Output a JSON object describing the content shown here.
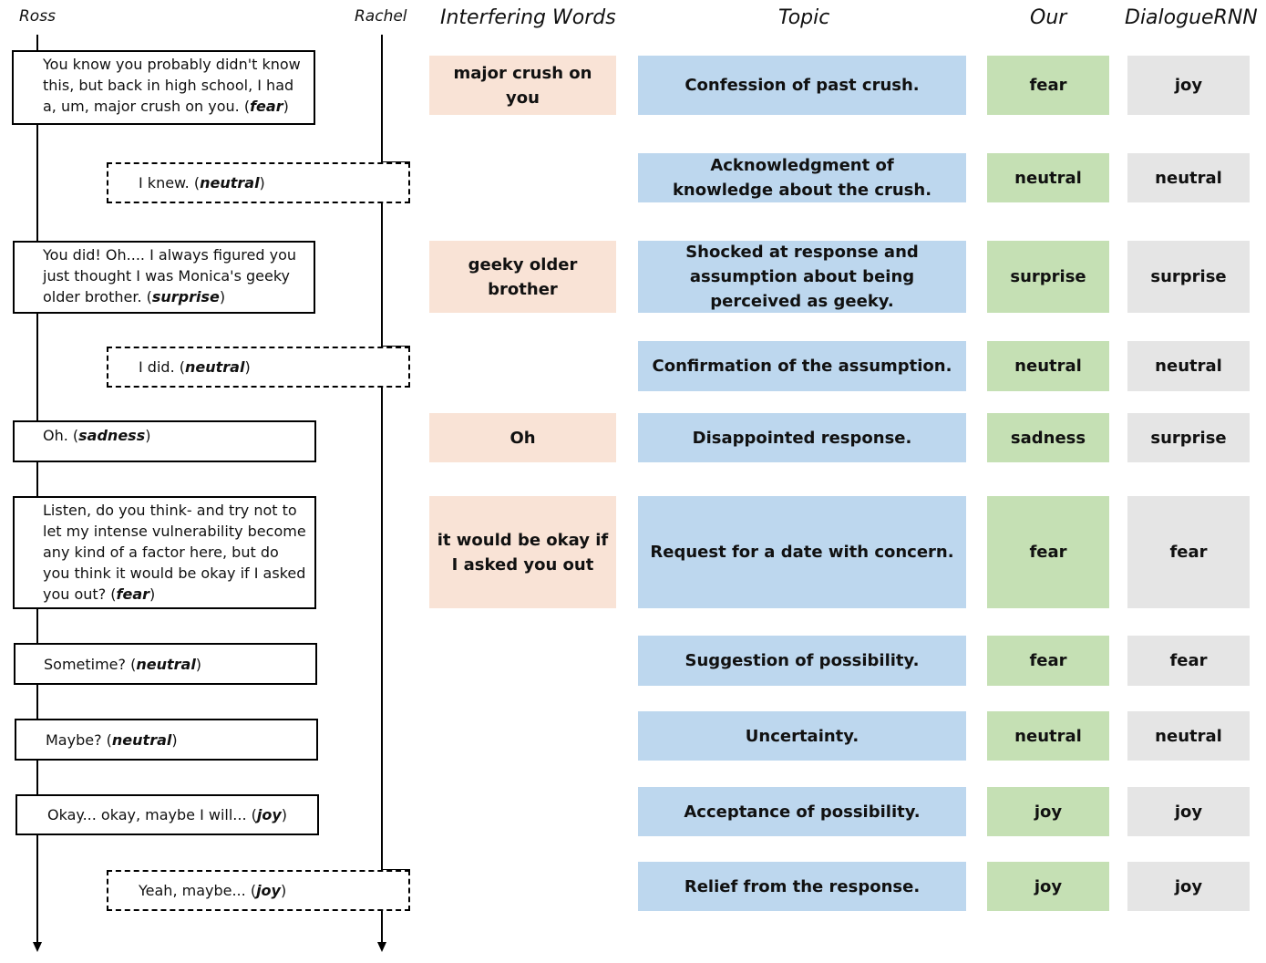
{
  "headers": {
    "ross": "Ross",
    "rachel": "Rachel",
    "interfering": "Interfering Words",
    "topic": "Topic",
    "our": "Our",
    "dialoguernn": "DialogueRNN"
  },
  "utterances": [
    {
      "speaker": "Ross",
      "text": "You know you probably didn't know this, but back in high school, I had a, um, major crush on you. (",
      "emotion": "fear",
      "close": ")"
    },
    {
      "speaker": "Rachel",
      "text": "I knew. (",
      "emotion": "neutral",
      "close": ")"
    },
    {
      "speaker": "Ross",
      "text": "You did! Oh.... I always figured you just thought I was Monica's geeky older brother. (",
      "emotion": "surprise",
      "close": ")"
    },
    {
      "speaker": "Rachel",
      "text": "I did. (",
      "emotion": "neutral",
      "close": ")"
    },
    {
      "speaker": "Ross",
      "text": "Oh. (",
      "emotion": "sadness",
      "close": ")"
    },
    {
      "speaker": "Ross",
      "text": "Listen, do you think- and try not to let my intense vulnerability become any kind of a factor here, but do you think it would be okay if I asked you out? (",
      "emotion": "fear",
      "close": ")"
    },
    {
      "speaker": "Ross",
      "text": "Sometime? (",
      "emotion": "neutral",
      "close": ")"
    },
    {
      "speaker": "Ross",
      "text": "Maybe? (",
      "emotion": "neutral",
      "close": ")"
    },
    {
      "speaker": "Ross",
      "text": "Okay... okay, maybe I will... (",
      "emotion": "joy",
      "close": ")"
    },
    {
      "speaker": "Rachel",
      "text": "Yeah, maybe... (",
      "emotion": "joy",
      "close": ")"
    }
  ],
  "interfering_words": [
    "major crush on you",
    "geeky older brother",
    "Oh",
    "it would be okay if I asked you out"
  ],
  "rows": [
    {
      "topic": "Confession of past crush.",
      "our": "fear",
      "dialoguernn": "joy"
    },
    {
      "topic": "Acknowledgment of knowledge about the crush.",
      "our": "neutral",
      "dialoguernn": "neutral"
    },
    {
      "topic": "Shocked at response and assumption about being perceived as geeky.",
      "our": "surprise",
      "dialoguernn": "surprise"
    },
    {
      "topic": "Confirmation of the assumption.",
      "our": "neutral",
      "dialoguernn": "neutral"
    },
    {
      "topic": "Disappointed response.",
      "our": "sadness",
      "dialoguernn": "surprise"
    },
    {
      "topic": "Request for a date with concern.",
      "our": "fear",
      "dialoguernn": "fear"
    },
    {
      "topic": "Suggestion of possibility.",
      "our": "fear",
      "dialoguernn": "fear"
    },
    {
      "topic": "Uncertainty.",
      "our": "neutral",
      "dialoguernn": "neutral"
    },
    {
      "topic": "Acceptance of possibility.",
      "our": "joy",
      "dialoguernn": "joy"
    },
    {
      "topic": "Relief from the response.",
      "our": "joy",
      "dialoguernn": "joy"
    }
  ],
  "colors": {
    "interfering": "#f9e3d6",
    "topic": "#bdd7ee",
    "our": "#c5e0b4",
    "dialoguernn": "#e5e5e5"
  }
}
